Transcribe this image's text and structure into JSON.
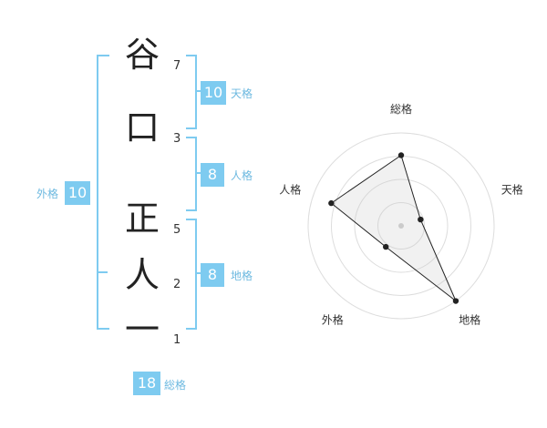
{
  "name": {
    "characters": [
      "谷",
      "口",
      "正",
      "人",
      "一"
    ],
    "strokes": [
      "7",
      "3",
      "5",
      "2",
      "1"
    ]
  },
  "fortune": {
    "tenkaku": {
      "label": "天格",
      "value": "10"
    },
    "jinkaku": {
      "label": "人格",
      "value": "8"
    },
    "chikaku": {
      "label": "地格",
      "value": "8"
    },
    "gaikaku": {
      "label": "外格",
      "value": "10"
    },
    "soukaku": {
      "label": "総格",
      "value": "18"
    }
  },
  "colors": {
    "accent": "#7ecbf0",
    "accent_text": "#6db9e0"
  },
  "chart_data": {
    "type": "radar",
    "axes": [
      "総格",
      "天格",
      "地格",
      "外格",
      "人格"
    ],
    "values": [
      0.76,
      0.22,
      1.0,
      0.28,
      0.79
    ],
    "range": [
      0,
      1
    ],
    "rings": 4
  }
}
